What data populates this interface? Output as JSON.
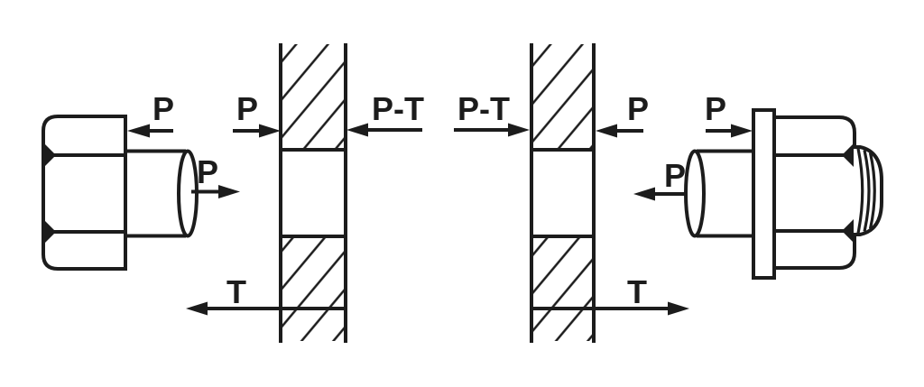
{
  "diagram": {
    "background": "#ffffff",
    "line_color": "#1c1c1c",
    "left_joint": {
      "labels": {
        "head_bearing": "P",
        "shank_tension": "P",
        "near_face": "P",
        "far_face": "P-T",
        "shear": "T"
      }
    },
    "right_joint": {
      "labels": {
        "far_face": "P-T",
        "near_face": "P",
        "washer_bearing": "P",
        "shank_tension": "P",
        "shear": "T"
      }
    }
  }
}
